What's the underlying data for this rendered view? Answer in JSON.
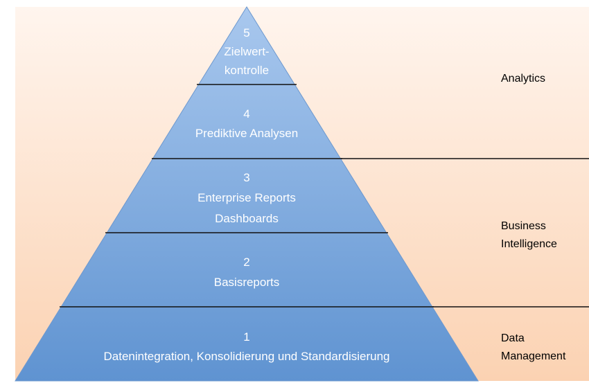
{
  "levels": [
    {
      "number": "5",
      "lines": [
        "Zielwert-",
        "kontrolle"
      ]
    },
    {
      "number": "4",
      "lines": [
        "Prediktive Analysen"
      ]
    },
    {
      "number": "3",
      "lines": [
        "Enterprise Reports",
        "Dashboards"
      ]
    },
    {
      "number": "2",
      "lines": [
        "Basisreports"
      ]
    },
    {
      "number": "1",
      "lines": [
        "Datenintegration, Konsolidierung und Standardisierung"
      ]
    }
  ],
  "categories": [
    {
      "lines": [
        "Analytics"
      ]
    },
    {
      "lines": [
        "Business",
        "Intelligence"
      ]
    },
    {
      "lines": [
        "Data",
        "Management"
      ]
    }
  ],
  "colors": {
    "pyramid_top": "#a9c8ee",
    "pyramid_bottom": "#5f93d1",
    "pyramid_stroke": "#6c98cf",
    "background_light": "#fff5ee",
    "background_peach": "#fbd2b2",
    "divider": "#111111"
  }
}
